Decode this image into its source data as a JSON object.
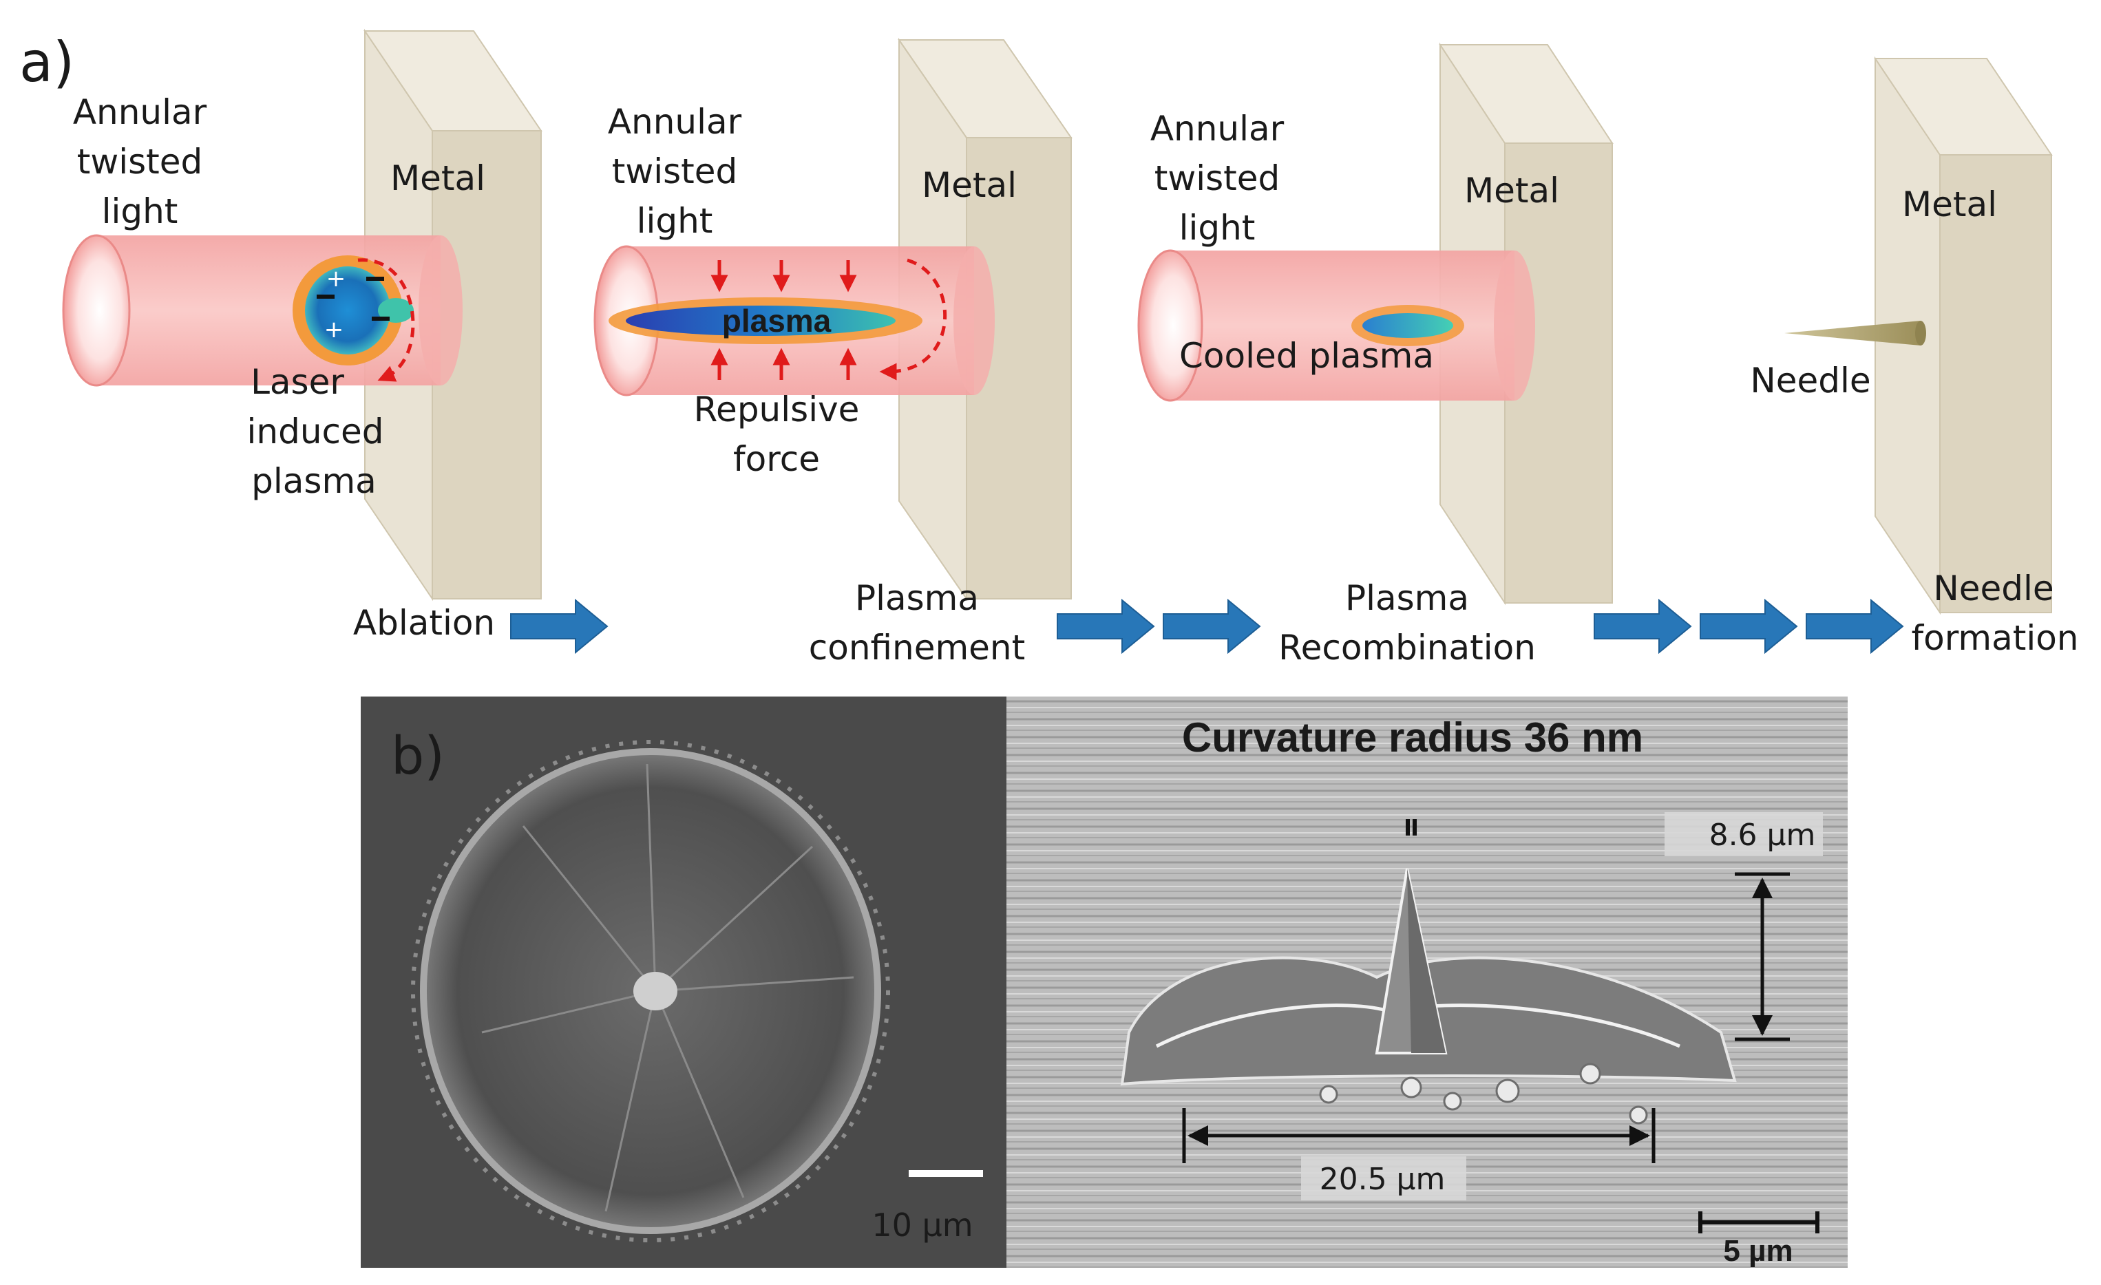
{
  "panel_a": {
    "label": "a)",
    "stages": [
      {
        "light": [
          "Annular",
          "twisted",
          "light"
        ],
        "metal": "Metal",
        "plasma": [
          "Laser",
          "induced",
          "plasma"
        ],
        "step": "Ablation"
      },
      {
        "light": [
          "Annular",
          "twisted",
          "light"
        ],
        "metal": "Metal",
        "plasma": "plasma",
        "force": [
          "Repulsive",
          "force"
        ],
        "step": [
          "Plasma",
          "confinement"
        ]
      },
      {
        "light": [
          "Annular",
          "twisted",
          "light"
        ],
        "metal": "Metal",
        "plasma": "Cooled plasma",
        "step": [
          "Plasma",
          "Recombination"
        ]
      },
      {
        "metal": "Metal",
        "needle": "Needle",
        "step": [
          "Needle",
          "formation"
        ]
      }
    ],
    "colors": {
      "beam": "#f7b6b4",
      "metal_front": "#e6e0d0",
      "metal_side": "#d9d1bc",
      "plasma_core": "#1d88c8",
      "plasma_halo": "#f39a3c",
      "arrow": "#2877b8",
      "force_arrow": "#e01b1b",
      "needle": "#a89c68"
    }
  },
  "panel_b": {
    "label": "b)",
    "left_scale": "10 µm",
    "right_title": "Curvature radius 36 nm",
    "height_label": "8.6 µm",
    "width_label": "20.5 µm",
    "right_scale": "5 µm"
  }
}
